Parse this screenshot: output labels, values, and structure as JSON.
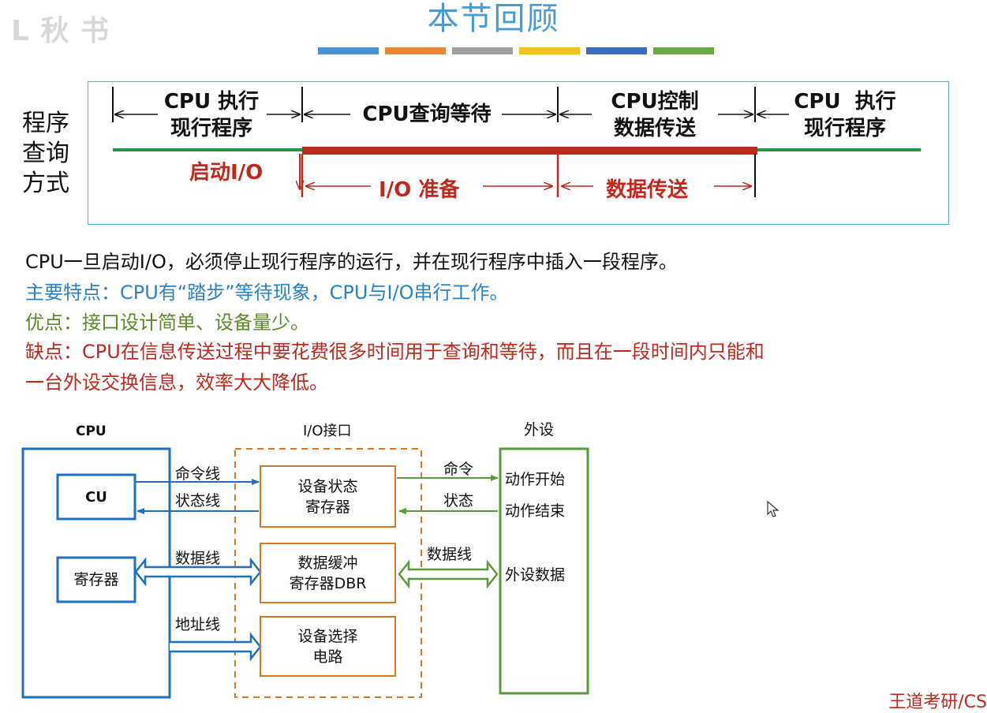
{
  "title": "本节回顾",
  "watermark": "L 秋 书",
  "colors": {
    "accent_blue": "#4a9ad4",
    "green_line": "#1a9a4a",
    "red_line": "#c0281e",
    "orange_box": "#d07a2a",
    "blue_box": "#1f6fbf",
    "green_box": "#5a9a3a",
    "bar_colors": [
      "#4a90d4",
      "#e8873a",
      "#a0a0a0",
      "#f2c02a",
      "#3c6ec0",
      "#6aa84a"
    ]
  },
  "timeline": {
    "method_label": "程序查询方式",
    "segments": [
      {
        "label": "CPU 执行\n现行程序"
      },
      {
        "label": "CPU查询等待"
      },
      {
        "label": "CPU控制\n数据传送"
      },
      {
        "label": "CPU  执行\n现行程序"
      }
    ],
    "start_io": "启动I/O",
    "io_prepare": "I/O 准备",
    "data_transfer": "数据传送"
  },
  "paragraphs": {
    "line1": "CPU一旦启动I/O，必须停止现行程序的运行，并在现行程序中插入一段程序。",
    "line2": "主要特点：CPU有“踏步”等待现象，CPU与I/O串行工作。",
    "line3": "优点：接口设计简单、设备量少。",
    "line4a": "缺点：CPU在信息传送过程中要花费很多时间用于查询和等待，而且在一段时间内只能和",
    "line4b": "一台外设交换信息，效率大大降低。"
  },
  "block_diagram": {
    "cpu_title": "CPU",
    "io_title": "I/O接口",
    "device_title": "外设",
    "cu": "CU",
    "register": "寄存器",
    "status_reg": "设备状态\n寄存器",
    "dbr": "数据缓冲\n寄存器DBR",
    "select": "设备选择\n电路",
    "cmd_line": "命令线",
    "status_line": "状态线",
    "data_line": "数据线",
    "addr_line": "地址线",
    "cmd": "命令",
    "status": "状态",
    "data_line2": "数据线",
    "action_start": "动作开始",
    "action_end": "动作结束",
    "device_data": "外设数据"
  },
  "footer_watermark": "王道考研/CS"
}
